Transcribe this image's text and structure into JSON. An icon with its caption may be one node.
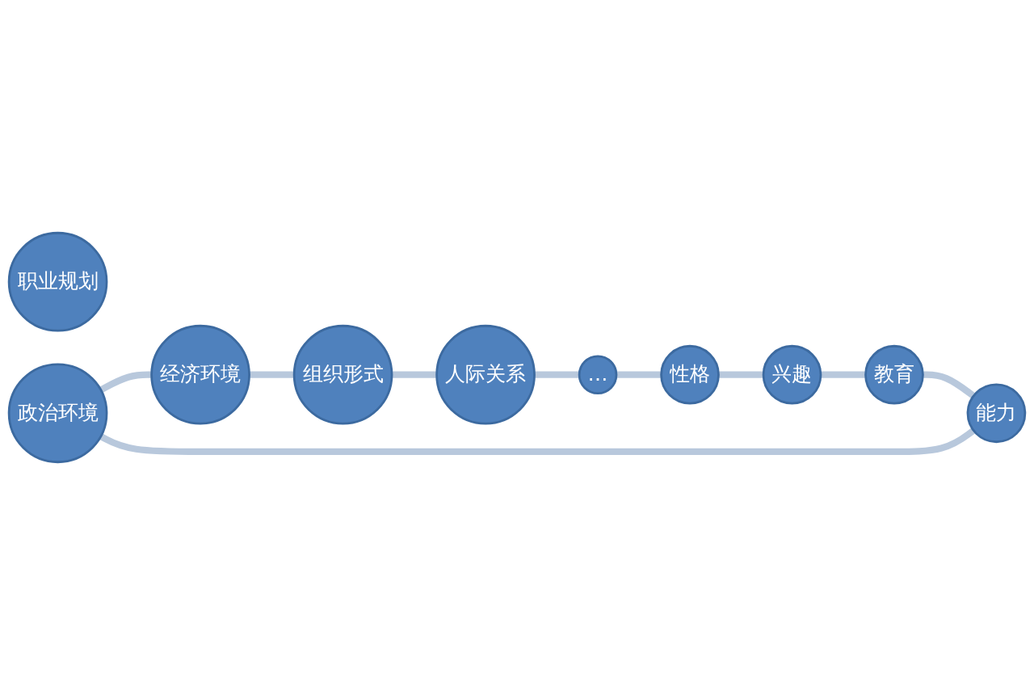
{
  "diagram": {
    "nodes": [
      {
        "text": [
          "职业规划"
        ]
      },
      {
        "text": [
          "政治环境"
        ]
      },
      {
        "text": [
          "经济环境"
        ]
      },
      {
        "text": [
          "组织形式"
        ]
      },
      {
        "text": [
          "人际关系"
        ]
      },
      {
        "text": [
          "…"
        ]
      },
      {
        "text": [
          "性格"
        ]
      },
      {
        "text": [
          "兴趣"
        ]
      },
      {
        "text": [
          "教育"
        ]
      },
      {
        "text": [
          "能力"
        ]
      }
    ],
    "edges": [
      {
        "from": 1,
        "to": 2,
        "arrow": "none"
      },
      {
        "from": 2,
        "to": 3,
        "arrow": "none"
      },
      {
        "from": 3,
        "to": 4,
        "arrow": "none"
      },
      {
        "from": 4,
        "to": 5,
        "arrow": "none"
      },
      {
        "from": 5,
        "to": 6,
        "arrow": "none"
      },
      {
        "from": 6,
        "to": 7,
        "arrow": "none"
      },
      {
        "from": 7,
        "to": 8,
        "arrow": "none"
      },
      {
        "from": 8,
        "to": 9,
        "arrow": "none"
      },
      {
        "from": 9,
        "to": 1,
        "arrow": "none"
      }
    ]
  }
}
